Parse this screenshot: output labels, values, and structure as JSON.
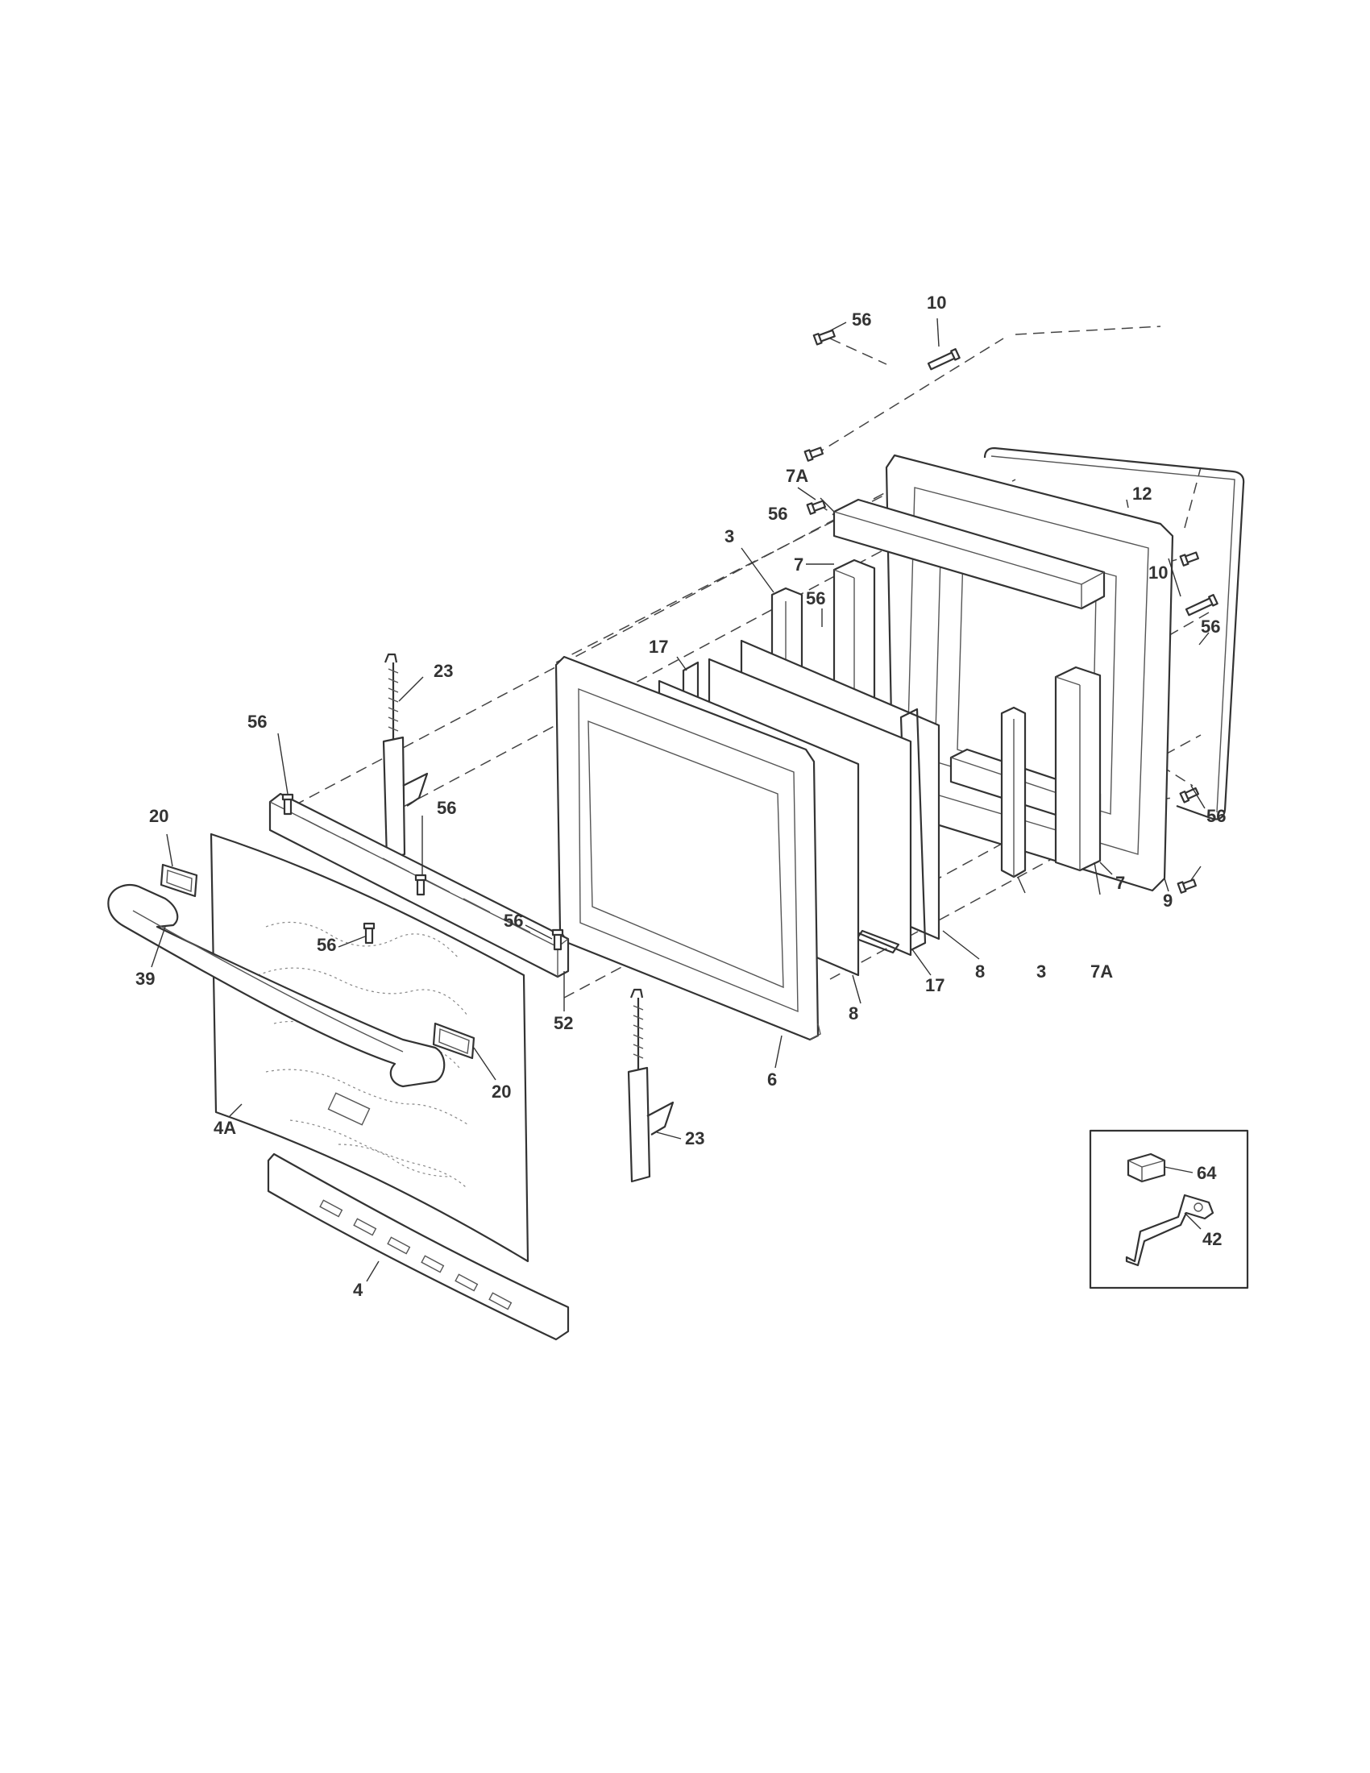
{
  "diagram": {
    "type": "exploded-parts-diagram",
    "callouts": {
      "c_56_top": "56",
      "c_10_top": "10",
      "c_7A_top": "7A",
      "c_12": "12",
      "c_56_b": "56",
      "c_7_top": "7",
      "c_3_top": "3",
      "c_56_c": "56",
      "c_10_right": "10",
      "c_56_right_a": "56",
      "c_17_top": "17",
      "c_23_top": "23",
      "c_56_left": "56",
      "c_20_left": "20",
      "c_56_d": "56",
      "c_56_e": "56",
      "c_56_f": "56",
      "c_56_right_b": "56",
      "c_7_right": "7",
      "c_9": "9",
      "c_8_right": "8",
      "c_3_right": "3",
      "c_7A_right": "7A",
      "c_17_bottom": "17",
      "c_8_bottom": "8",
      "c_39": "39",
      "c_52": "52",
      "c_6": "6",
      "c_20_right": "20",
      "c_4A": "4A",
      "c_23_bottom": "23",
      "c_4": "4",
      "c_64": "64",
      "c_42": "42"
    },
    "accent_color": "#333333"
  }
}
